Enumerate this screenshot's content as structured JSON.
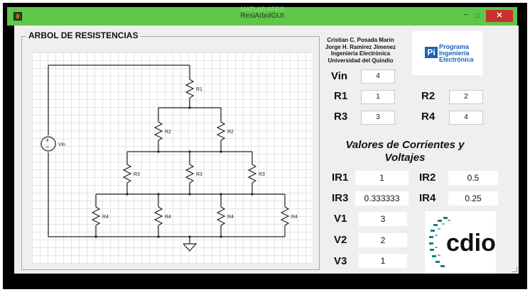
{
  "window": {
    "title_ghost": "MATLAB APPS",
    "title": "ResiArbolGUI",
    "minimize_label": "–",
    "maximize_label": "□",
    "close_label": "✕"
  },
  "panel": {
    "title": "ARBOL DE RESISTENCIAS"
  },
  "circuit": {
    "source_label": "Vin",
    "resistor_labels": {
      "r1": "R1",
      "r2": "R2",
      "r3": "R3",
      "r4": "R4"
    }
  },
  "credits": {
    "line1": "Cristian C. Posada Marin",
    "line2": "Jorge H. Ramirez Jimenez",
    "line3": "Ingenieria Electrónica",
    "line4": "Universidad del Quindio"
  },
  "logo_top": {
    "mark": "Pi",
    "line1": "Programa",
    "line2": "Ingeniería",
    "line3": "Electrónica"
  },
  "inputs": {
    "vin": {
      "label": "Vin",
      "value": "4"
    },
    "r1": {
      "label": "R1",
      "value": "1"
    },
    "r2": {
      "label": "R2",
      "value": "2"
    },
    "r3": {
      "label": "R3",
      "value": "3"
    },
    "r4": {
      "label": "R4",
      "value": "4"
    }
  },
  "results": {
    "title": "Valores de Corrientes y Voltajes",
    "ir1": {
      "label": "IR1",
      "value": "1"
    },
    "ir2": {
      "label": "IR2",
      "value": "0.5"
    },
    "ir3": {
      "label": "IR3",
      "value": "0.333333"
    },
    "ir4": {
      "label": "IR4",
      "value": "0.25"
    },
    "v1": {
      "label": "V1",
      "value": "3"
    },
    "v2": {
      "label": "V2",
      "value": "2"
    },
    "v3": {
      "label": "V3",
      "value": "1"
    }
  },
  "logo_bottom": {
    "word": "cdio"
  },
  "colors": {
    "titlebar": "#5fc64a",
    "close_button": "#c8312e",
    "client_bg": "#efefef",
    "logo_blue": "#1e62b6"
  }
}
